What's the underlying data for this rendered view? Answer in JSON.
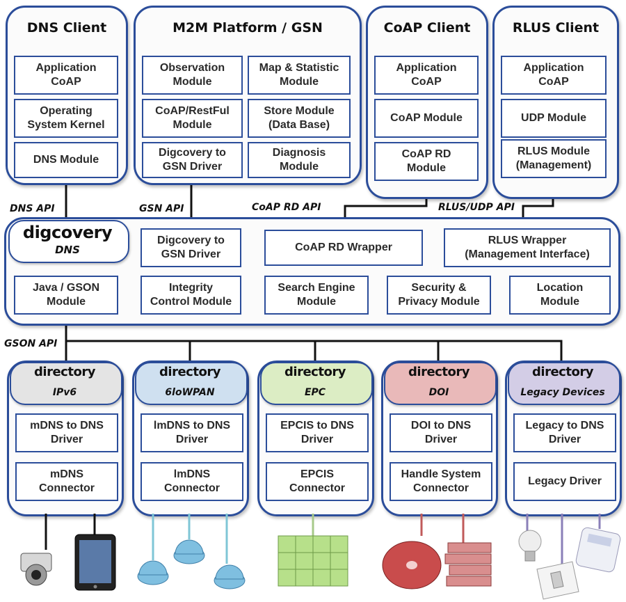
{
  "top": {
    "dns_client": {
      "title": "DNS Client",
      "modules": [
        "Application\nCoAP",
        "Operating\nSystem Kernel",
        "DNS Module"
      ]
    },
    "m2m": {
      "title": "M2M Platform / GSN",
      "modules": [
        "Observation\nModule",
        "Map & Statistic\nModule",
        "CoAP/RestFul\nModule",
        "Store Module\n(Data Base)",
        "Digcovery to\nGSN Driver",
        "Diagnosis\nModule"
      ]
    },
    "coap_client": {
      "title": "CoAP Client",
      "modules": [
        "Application\nCoAP",
        "CoAP Module",
        "CoAP RD\nModule"
      ]
    },
    "rlus_client": {
      "title": "RLUS Client",
      "modules": [
        "Application\nCoAP",
        "UDP Module",
        "RLUS Module\n(Management)"
      ]
    }
  },
  "apis": {
    "dns": "DNS API",
    "gsn": "GSN API",
    "coap_rd": "CoAP RD API",
    "rlus_udp": "RLUS/UDP API",
    "gson": "GSON API"
  },
  "core": {
    "logo_main": "digcovery",
    "logo_sub": "DNS",
    "modules": [
      "Java / GSON\nModule",
      "Digcovery to\nGSN Driver",
      "CoAP RD Wrapper",
      "RLUS Wrapper\n(Management Interface)",
      "Integrity\nControl Module",
      "Search Engine\nModule",
      "Security &\nPrivacy Module",
      "Location\nModule"
    ]
  },
  "directories": [
    {
      "logo": "directory",
      "tag": "IPv6",
      "color": "#e4e4e4",
      "modules": [
        "mDNS to DNS\nDriver",
        "mDNS\nConnector"
      ],
      "wire": "#111111"
    },
    {
      "logo": "directory",
      "tag": "6loWPAN",
      "color": "#cfe0f0",
      "modules": [
        "lmDNS to DNS\nDriver",
        "lmDNS\nConnector"
      ],
      "wire": "#7fc6d6"
    },
    {
      "logo": "directory",
      "tag": "EPC",
      "color": "#dcedc4",
      "modules": [
        "EPCIS to DNS\nDriver",
        "EPCIS\nConnector"
      ],
      "wire": "#a7c98a"
    },
    {
      "logo": "directory",
      "tag": "DOI",
      "color": "#e9b9b9",
      "modules": [
        "DOI to DNS\nDriver",
        "Handle System\nConnector"
      ],
      "wire": "#c05a5a"
    },
    {
      "logo": "directory",
      "tag": "Legacy Devices",
      "color": "#d3cde6",
      "modules": [
        "Legacy to DNS\nDriver",
        "Legacy Driver"
      ],
      "wire": "#8a7fb8"
    }
  ],
  "colors": {
    "border": "#2b4d9a",
    "line": "#111111"
  }
}
